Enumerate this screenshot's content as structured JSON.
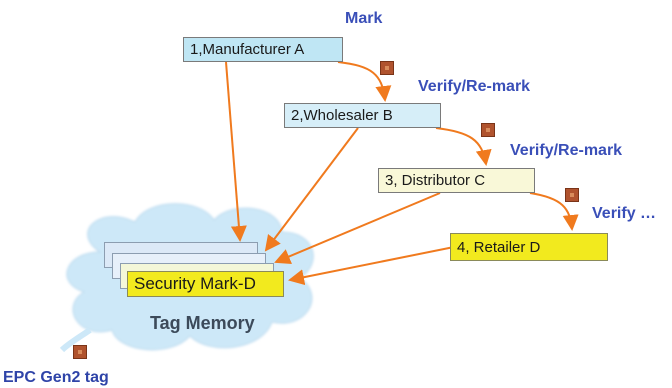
{
  "actions": {
    "mark": "Mark",
    "verify_remark_1": "Verify/Re-mark",
    "verify_remark_2": "Verify/Re-mark",
    "verify_end": "Verify …"
  },
  "parties": [
    {
      "label": "1,Manufacturer A"
    },
    {
      "label": "2,Wholesaler B"
    },
    {
      "label": "3, Distributor C"
    },
    {
      "label": "4, Retailer D"
    }
  ],
  "memory": {
    "security_mark": "Security Mark-D",
    "label": "Tag Memory"
  },
  "tag": {
    "label": "EPC Gen2 tag",
    "chip_icon": "rfid-chip-icon"
  },
  "colors": {
    "arrow": "#f07a1e",
    "action_text": "#3a4fb8",
    "cloud_fill": "#cde8f8",
    "retailer_fill": "#f2ea1e",
    "chip": "#b0532e"
  }
}
